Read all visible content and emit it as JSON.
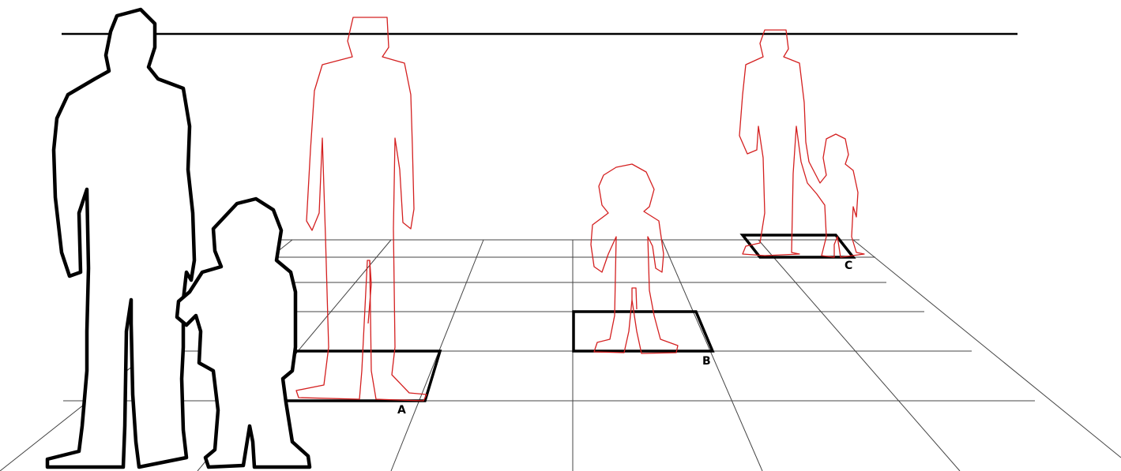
{
  "labels": {
    "a": "A",
    "b": "B",
    "c": "C"
  },
  "colors": {
    "reference_outline": "#000000",
    "projected_outline": "#d42020",
    "grid": "#444444"
  },
  "figures": [
    {
      "kind": "adult-and-child",
      "style": "black-outline"
    },
    {
      "kind": "adult",
      "style": "red-outline"
    },
    {
      "kind": "child",
      "style": "red-outline"
    },
    {
      "kind": "adult-and-child",
      "style": "red-outline"
    }
  ]
}
